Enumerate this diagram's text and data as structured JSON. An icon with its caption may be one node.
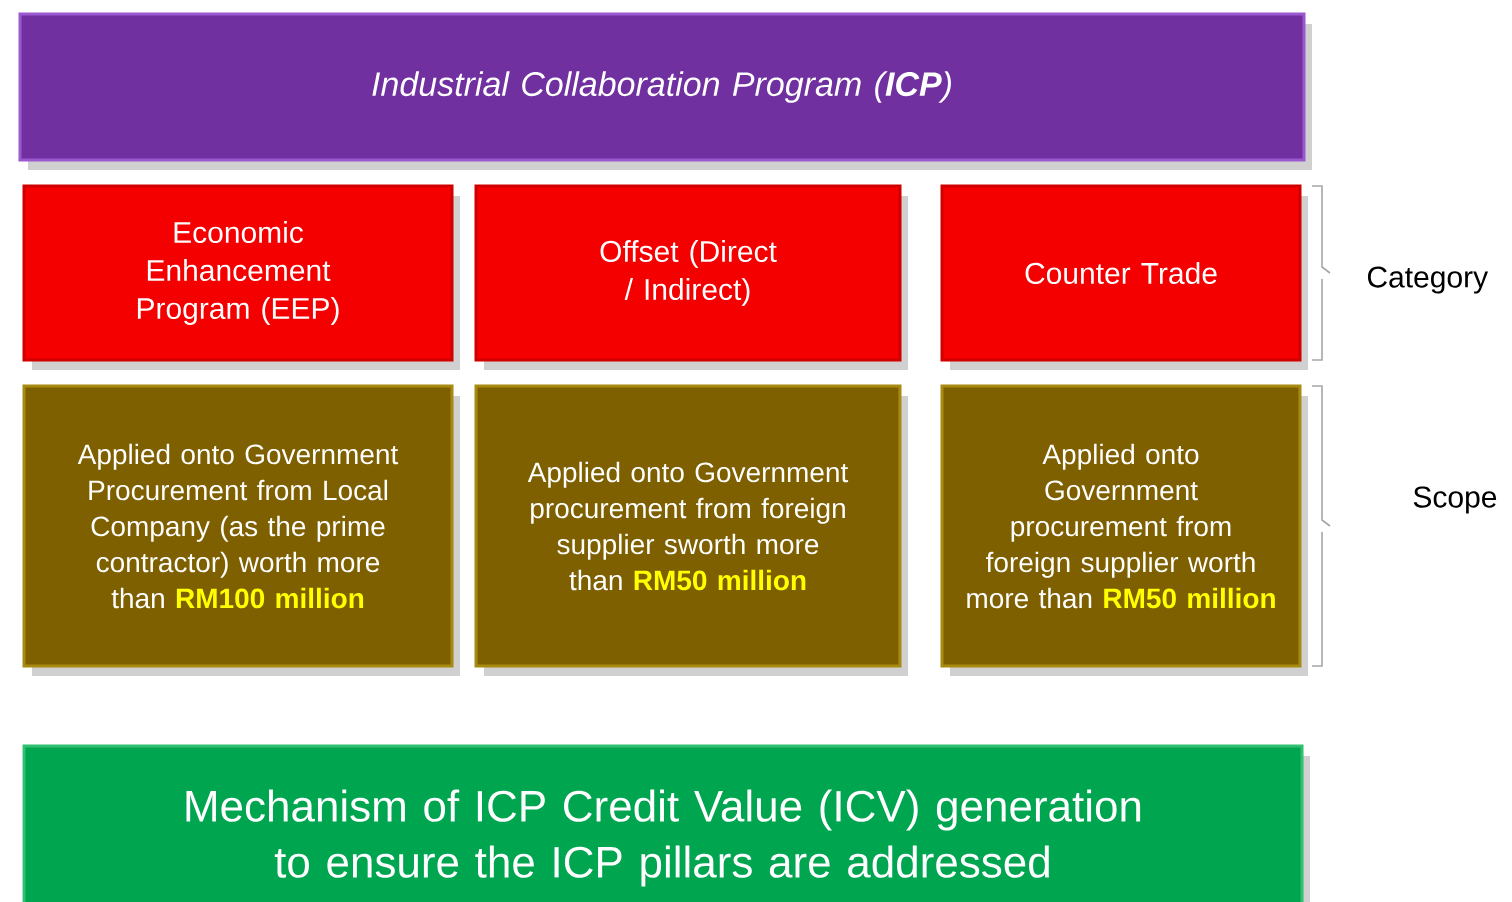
{
  "diagram": {
    "nodes": [
      {
        "text": [
          "Industrial Collaboration Program (**ICP**)"
        ]
      },
      {
        "text": [
          "Economic Enhancement Program (EEP)"
        ]
      },
      {
        "text": [
          "Offset (Direct / Indirect)"
        ]
      },
      {
        "text": [
          "Counter Trade"
        ]
      },
      {
        "text": [
          "Applied onto Government Procurement from Local Company (as the prime contractor) worth more than **RM100 million**"
        ]
      },
      {
        "text": [
          "Applied onto Government procurement from foreign supplier sworth more than **RM50 million**"
        ]
      },
      {
        "text": [
          "Applied onto Government procurement from foreign supplier worth more than **RM50 million**"
        ]
      },
      {
        "text": [
          "Mechanism of ICP Credit Value (ICV) generation to ensure the ICP pillars are addressed"
        ]
      }
    ],
    "labels": [
      "Category",
      "Scope"
    ]
  }
}
